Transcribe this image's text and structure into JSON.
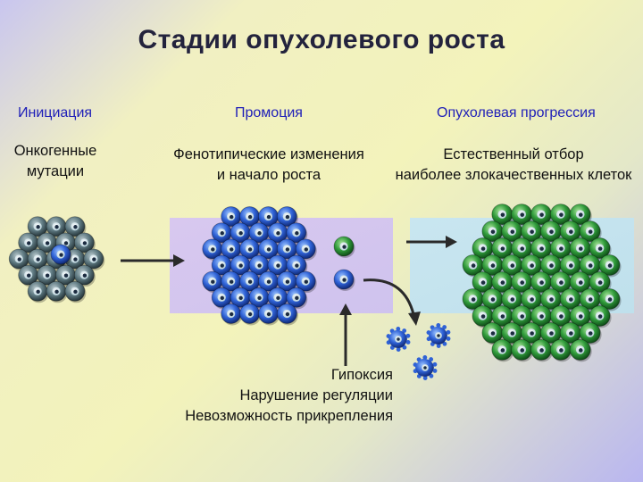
{
  "title": "Стадии опухолевого роста",
  "stages": [
    {
      "name": "Инициация",
      "description": [
        "Онкогенные",
        "мутации"
      ]
    },
    {
      "name": "Промоция",
      "description": [
        "Фенотипические изменения",
        "и начало роста"
      ]
    },
    {
      "name": "Опухолевая прогрессия",
      "description": [
        "Естественный  отбор",
        "наиболее злокачественных клеток"
      ]
    }
  ],
  "factors": [
    "Гипоксия",
    "Нарушение регуляции",
    "Невозможность прикрепления"
  ],
  "colors": {
    "title": "#23233d",
    "stage_label": "#2020b8",
    "initiation_cells": "#4f6a72",
    "mutant_cell": "#2f6fd8",
    "promotion_cells": "#2a5fd0",
    "selected_cells": "#2f9a3a",
    "progression_cells": "#2f9a3a",
    "dying_cells": "#2f6fd8"
  }
}
